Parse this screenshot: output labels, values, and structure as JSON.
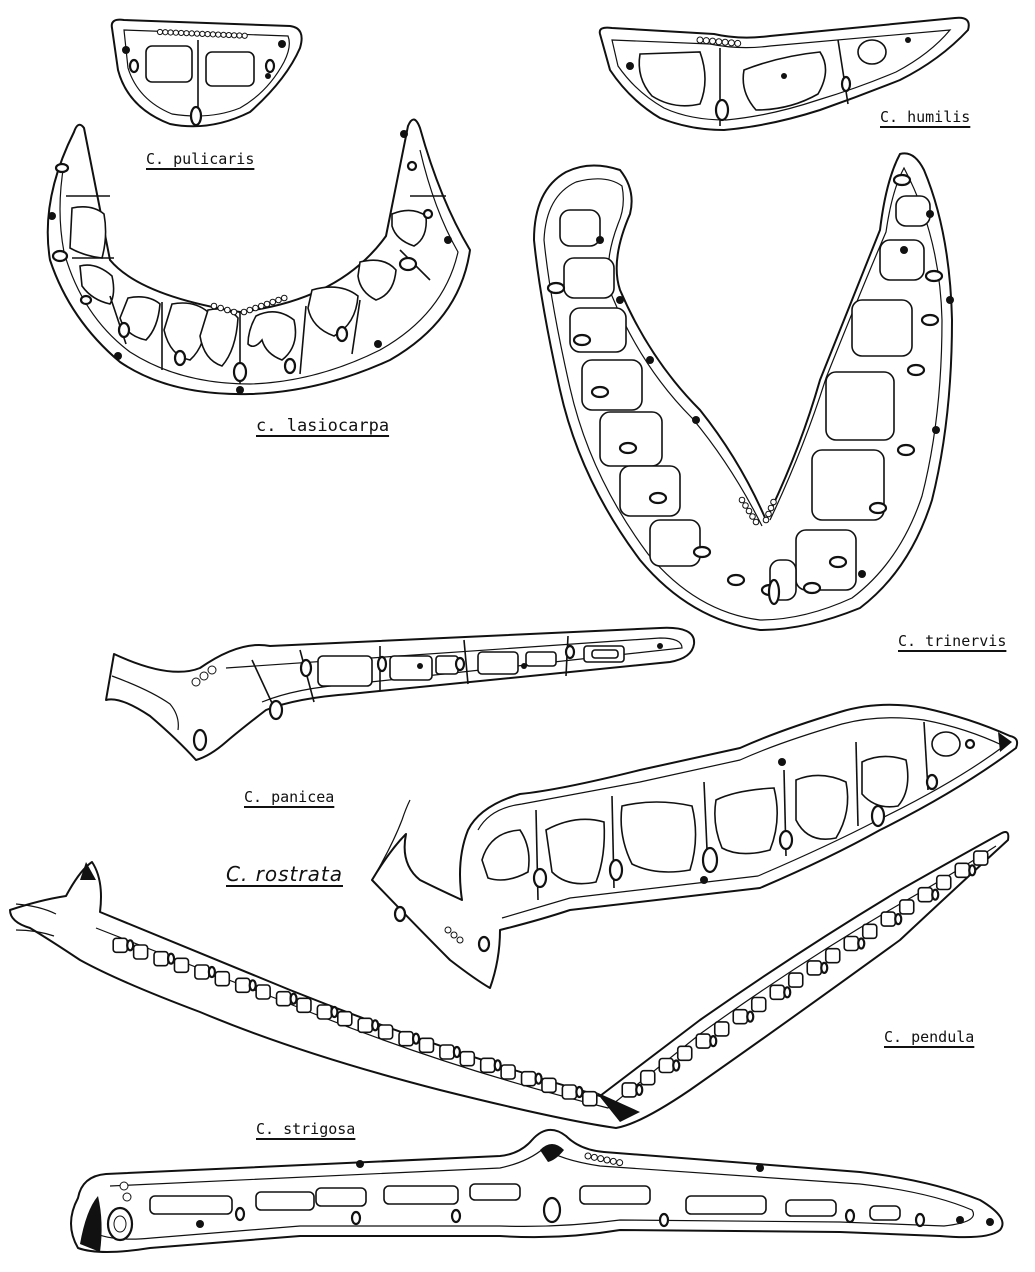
{
  "figure": {
    "specimens": [
      {
        "id": "pulicaris",
        "label": "C. pulicaris"
      },
      {
        "id": "humilis",
        "label": "C. humilis"
      },
      {
        "id": "lasiocarpa",
        "label": "c. lasiocarpa"
      },
      {
        "id": "trinervis",
        "label": "C. trinervis"
      },
      {
        "id": "panicea",
        "label": "C. panicea"
      },
      {
        "id": "rostrata",
        "label": "C. rostrata"
      },
      {
        "id": "pendula",
        "label": "C. pendula"
      },
      {
        "id": "strigosa",
        "label": "C. strigosa"
      }
    ]
  },
  "colors": {
    "ink": "#111111",
    "paper": "#ffffff"
  }
}
